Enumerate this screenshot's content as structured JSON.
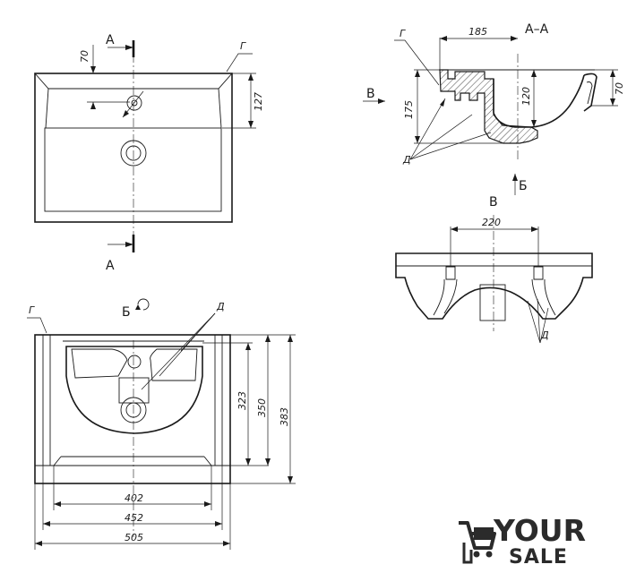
{
  "labels": {
    "section_a": "А",
    "section_title": "А–А",
    "view_b": "Б",
    "view_v": "В",
    "mark_g": "Г",
    "mark_d": "Д"
  },
  "dimensions": {
    "d70_top": "70",
    "d127": "127",
    "d185": "185",
    "d175": "175",
    "d120": "120",
    "d70_side": "70",
    "d220": "220",
    "d323": "323",
    "d350": "350",
    "d383": "383",
    "d402": "402",
    "d452": "452",
    "d505": "505"
  },
  "logo": {
    "word_top": "YOUR",
    "word_bottom": "SALE",
    "icon": "shopping-cart-hand-icon"
  }
}
